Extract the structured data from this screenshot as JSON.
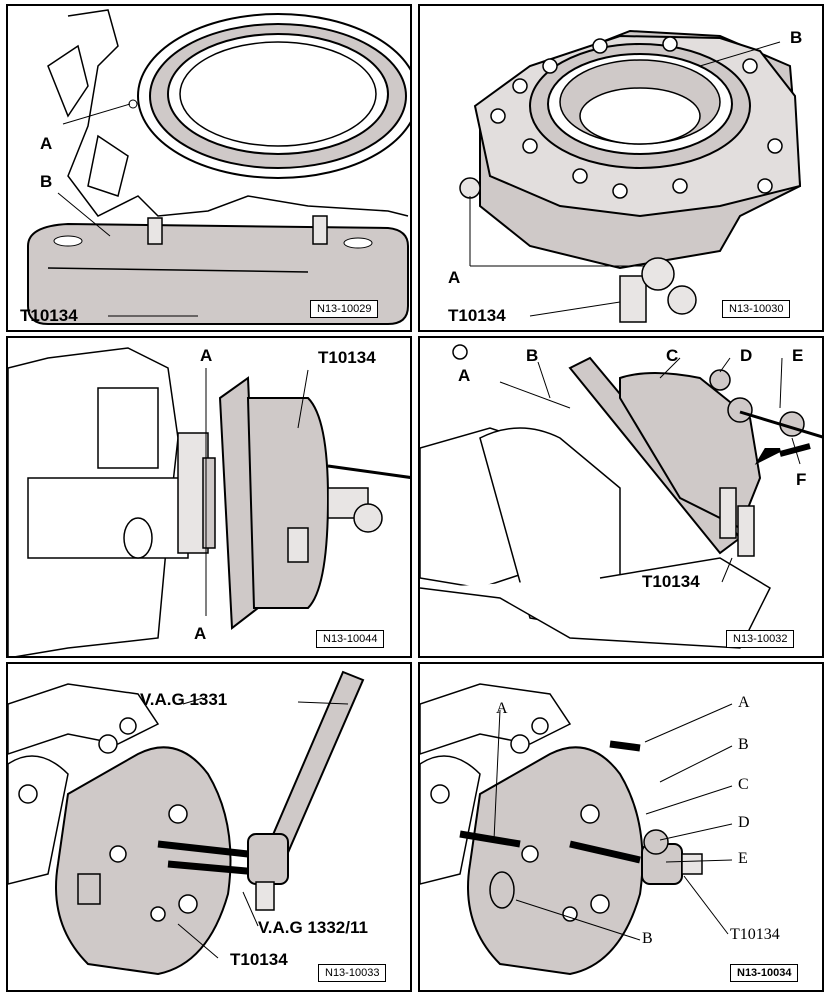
{
  "panels": [
    {
      "figure_code": "N13-10029",
      "labels": {
        "a": "A",
        "b": "B",
        "tool": "T10134"
      }
    },
    {
      "figure_code": "N13-10030",
      "labels": {
        "a": "A",
        "b": "B",
        "tool": "T10134"
      }
    },
    {
      "figure_code": "N13-10044",
      "labels": {
        "a_top": "A",
        "a_bottom": "A",
        "tool": "T10134"
      }
    },
    {
      "figure_code": "N13-10032",
      "labels": {
        "a": "A",
        "b": "B",
        "c": "C",
        "d": "D",
        "e": "E",
        "f": "F",
        "tool": "T10134"
      }
    },
    {
      "figure_code": "N13-10033",
      "labels": {
        "wrench": "V.A.G 1331",
        "adapter": "V.A.G 1332/11",
        "tool": "T10134"
      }
    },
    {
      "figure_code": "N13-10034",
      "labels": {
        "a_left": "A",
        "a_right": "A",
        "b_right": "B",
        "c": "C",
        "d": "D",
        "e": "E",
        "b_bottom": "B",
        "tool": "T10134"
      }
    }
  ]
}
